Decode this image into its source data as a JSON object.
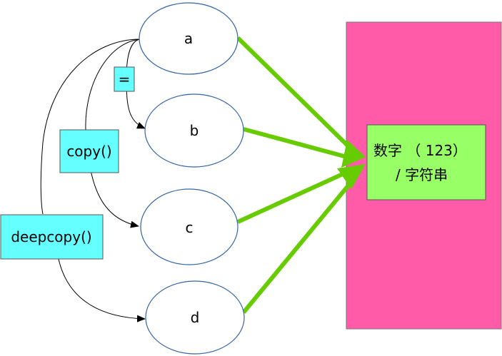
{
  "nodes": [
    {
      "id": "a",
      "label": "a"
    },
    {
      "id": "b",
      "label": "b"
    },
    {
      "id": "c",
      "label": "c"
    },
    {
      "id": "d",
      "label": "d"
    }
  ],
  "operations": {
    "assign": "=",
    "copy": "copy()",
    "deepcopy": "deepcopy()"
  },
  "value_box": {
    "line1": "数字 （ 123）",
    "line2": "/ 字符串"
  },
  "colors": {
    "memory_area": "#ff5ba8",
    "value_box": "#99ff66",
    "label_box": "#66ffff",
    "node_stroke": "#3465a4",
    "reference_arrow": "#66cc00"
  }
}
